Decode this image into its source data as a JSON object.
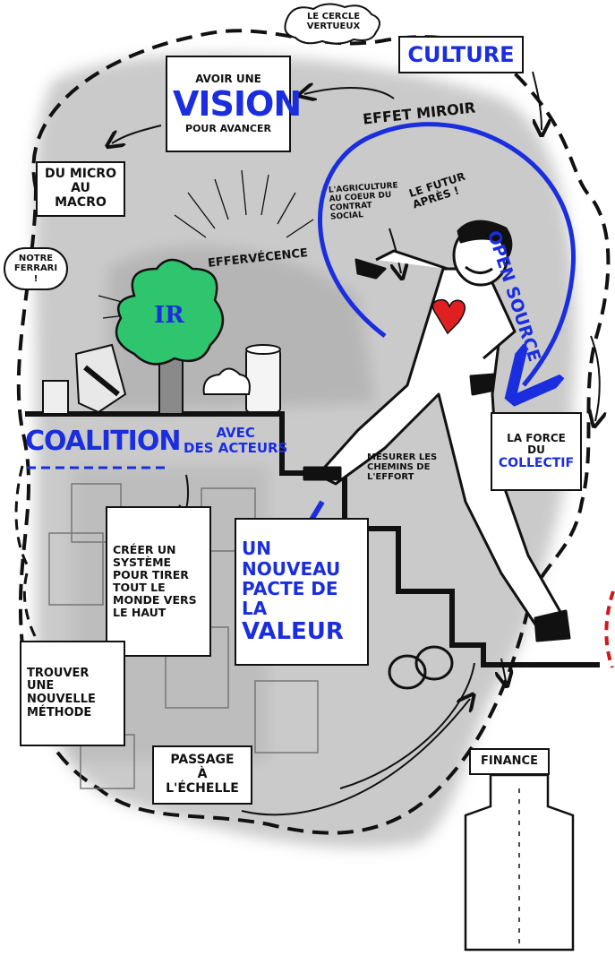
{
  "top": {
    "cercle_line1": "LE CERCLE",
    "cercle_line2": "VERTUEUX",
    "culture": "CULTURE",
    "vision_line1": "AVOIR UNE",
    "vision_line2": "VISION",
    "vision_line3": "POUR AVANCER",
    "effet_miroir": "EFFET MIROIR",
    "open_source": "OPEN SOURCE",
    "micro_line1": "DU MICRO",
    "micro_line2": "AU MACRO",
    "ferrari_line1": "NOTRE",
    "ferrari_line2": "FERRARI !",
    "effervescence": "EFFERVÉCENCE",
    "ir": "IR",
    "agriculture_line1": "L'AGRICULTURE",
    "agriculture_line2": "AU COEUR DU",
    "agriculture_line3": "CONTRAT",
    "agriculture_line4": "SOCIAL",
    "futur_line1": "LE FUTUR",
    "futur_line2": "APRÈS !"
  },
  "middle": {
    "coalition": "COALITION",
    "avec": "AVEC",
    "acteurs": "DES ACTEURS",
    "mesurer_line1": "MESURER LES",
    "mesurer_line2": "CHEMINS DE",
    "mesurer_line3": "L'EFFORT",
    "force_line1": "LA FORCE",
    "force_line2": "DU",
    "force_line3": "COLLECTIF"
  },
  "bottom": {
    "creer_lines": [
      "CRÉER UN",
      "SYSTÈME",
      "POUR TIRER",
      "TOUT LE",
      "MONDE VERS",
      "LE HAUT"
    ],
    "pacte_lines": [
      "UN",
      "NOUVEAU",
      "PACTE DE",
      "LA",
      "VALEUR"
    ],
    "trouver_lines": [
      "TROUVER",
      "UNE",
      "NOUVELLE",
      "MÉTHODE"
    ],
    "passage_line1": "PASSAGE",
    "passage_line2": "À L'ÉCHELLE",
    "finance": "FINANCE"
  },
  "colors": {
    "ink": "#111111",
    "blue": "#1a2ee0",
    "tree_green": "#2fc46e",
    "heart_red": "#e02020",
    "grey_wash": "#b9b9b9"
  }
}
